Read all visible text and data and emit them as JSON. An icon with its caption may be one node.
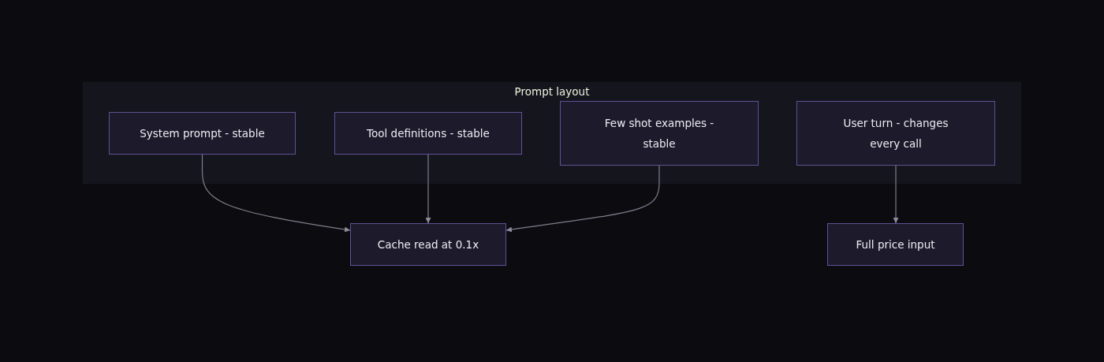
{
  "diagram": {
    "nodes": [
      {
        "text": [
          "Prompt layout"
        ]
      },
      {
        "text": [
          "System prompt - stable"
        ],
        "in": 0
      },
      {
        "text": [
          "Tool definitions - stable"
        ],
        "in": 0
      },
      {
        "text": [
          "Few shot examples - stable"
        ],
        "in": 0
      },
      {
        "text": [
          "User turn - changes every call"
        ],
        "in": 0
      },
      {
        "text": [
          "Cache read at 0.1x"
        ]
      },
      {
        "text": [
          "Full price input"
        ]
      }
    ],
    "edges": [
      {
        "from": 1,
        "to": 5,
        "arrow": "to"
      },
      {
        "from": 2,
        "to": 5,
        "arrow": "to"
      },
      {
        "from": 3,
        "to": 5,
        "arrow": "to"
      },
      {
        "from": 4,
        "to": 6,
        "arrow": "to"
      }
    ]
  }
}
